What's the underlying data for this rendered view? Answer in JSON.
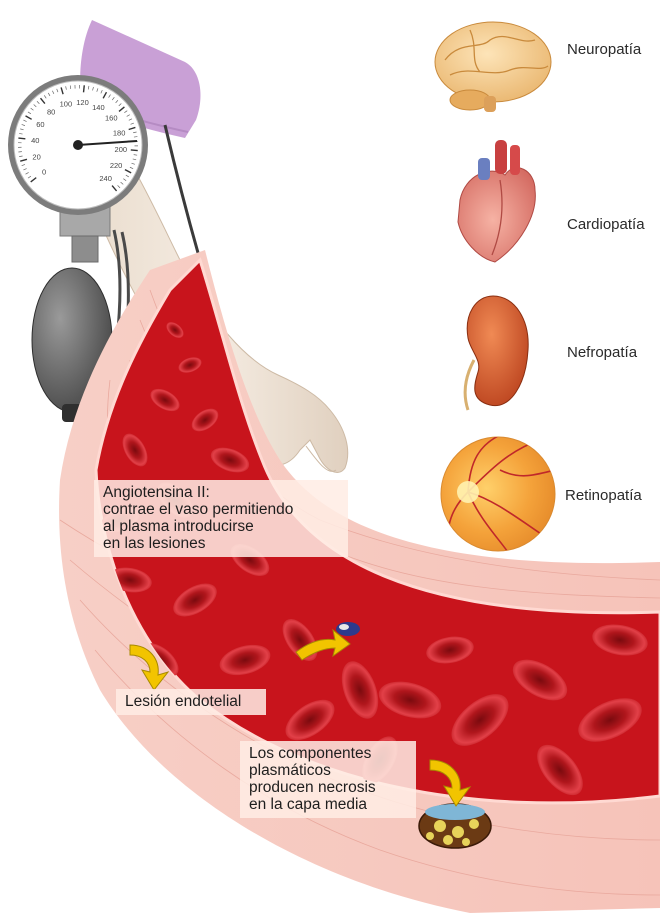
{
  "organs": [
    {
      "id": "brain",
      "icon": "brain-icon",
      "label": "Neuropatía"
    },
    {
      "id": "heart",
      "icon": "heart-icon",
      "label": "Cardiopatía"
    },
    {
      "id": "kidney",
      "icon": "kidney-icon",
      "label": "Nefropatía"
    },
    {
      "id": "retina",
      "icon": "retina-icon",
      "label": "Retinopatía"
    }
  ],
  "gauge": {
    "ticks": [
      "0",
      "20",
      "40",
      "60",
      "80",
      "100",
      "120",
      "140",
      "160",
      "180",
      "200",
      "220",
      "240"
    ]
  },
  "callouts": {
    "angiotensin": {
      "lines": [
        "Angiotensina II:",
        "contrae el vaso permitiendo",
        "al plasma introducirse",
        "en las lesiones"
      ]
    },
    "lesion": {
      "lines": [
        "Lesión endotelial"
      ]
    },
    "necrosis": {
      "lines": [
        "Los componentes",
        "plasmáticos",
        "producen necrosis",
        "en la capa media"
      ]
    }
  },
  "colors": {
    "blood": "#c8141c",
    "vessel_wall": "#f3b8b0",
    "callout_bg": "#ffece4",
    "arrow": "#f2c400",
    "sleeve": "#c9a0d6",
    "skin": "#f1e6d9"
  }
}
